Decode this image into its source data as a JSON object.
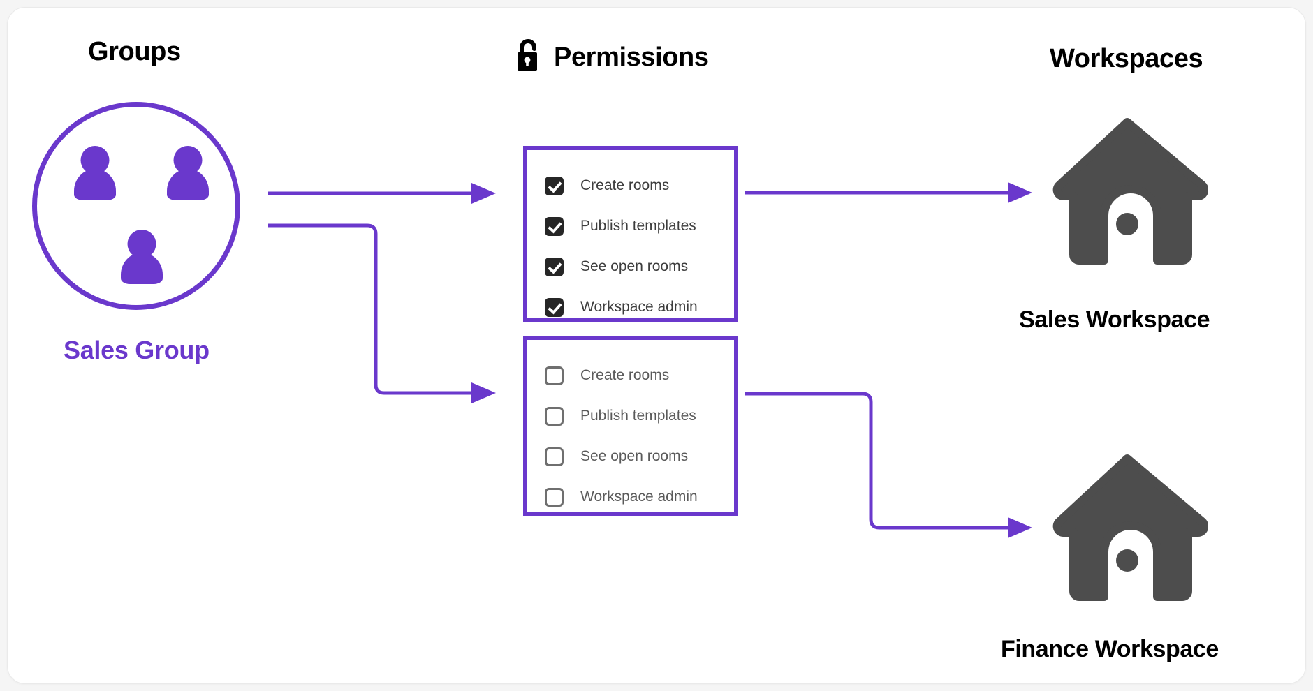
{
  "theme": {
    "accent_purple": "#6a38cc",
    "house_gray": "#4d4d4d",
    "checkbox_dark": "#262626",
    "card_background": "#ffffff",
    "page_background": "#f5f5f5"
  },
  "columns": {
    "groups_heading": "Groups",
    "permissions_heading": "Permissions",
    "workspaces_heading": "Workspaces"
  },
  "groups": {
    "label": "Sales Group",
    "member_count": 3
  },
  "permission_sets": [
    {
      "id": "sales-permissions",
      "all_checked": true,
      "items": [
        {
          "label": "Create rooms",
          "checked": true
        },
        {
          "label": "Publish templates",
          "checked": true
        },
        {
          "label": "See open rooms",
          "checked": true
        },
        {
          "label": "Workspace admin",
          "checked": true
        }
      ]
    },
    {
      "id": "finance-permissions",
      "all_checked": false,
      "items": [
        {
          "label": "Create rooms",
          "checked": false
        },
        {
          "label": "Publish templates",
          "checked": false
        },
        {
          "label": "See open rooms",
          "checked": false
        },
        {
          "label": "Workspace admin",
          "checked": false
        }
      ]
    }
  ],
  "workspaces": [
    {
      "id": "sales-workspace",
      "label": "Sales Workspace",
      "icon": "house-icon"
    },
    {
      "id": "finance-workspace",
      "label": "Finance Workspace",
      "icon": "house-icon"
    }
  ],
  "icons": {
    "permissions_heading_icon": "unlocked-padlock-icon",
    "group_member_icon": "person-icon",
    "workspace_icon": "house-icon",
    "checked_icon": "checkmark-icon"
  },
  "connections": [
    {
      "from": "sales-group",
      "to": "sales-permissions",
      "style": "straight-arrow"
    },
    {
      "from": "sales-group",
      "to": "finance-permissions",
      "style": "elbow-arrow"
    },
    {
      "from": "sales-permissions",
      "to": "sales-workspace",
      "style": "straight-arrow"
    },
    {
      "from": "finance-permissions",
      "to": "finance-workspace",
      "style": "elbow-arrow"
    }
  ]
}
